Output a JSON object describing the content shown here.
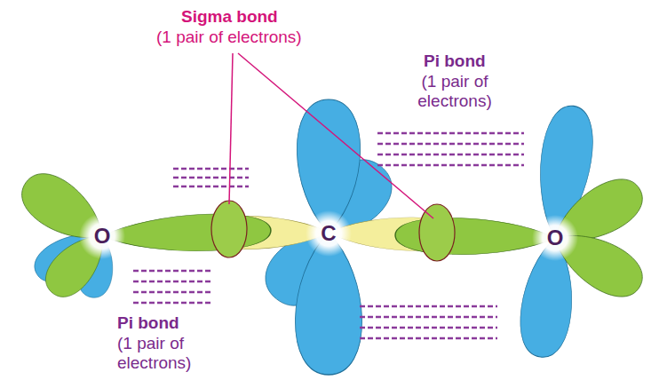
{
  "diagram": {
    "labels": [
      "Sigma bond",
      "(1 pair of electrons)",
      "Pi bond",
      "(1 pair of electrons)",
      "Pi bond",
      "(1 pair of electrons)",
      "O",
      "C",
      "O"
    ]
  }
}
